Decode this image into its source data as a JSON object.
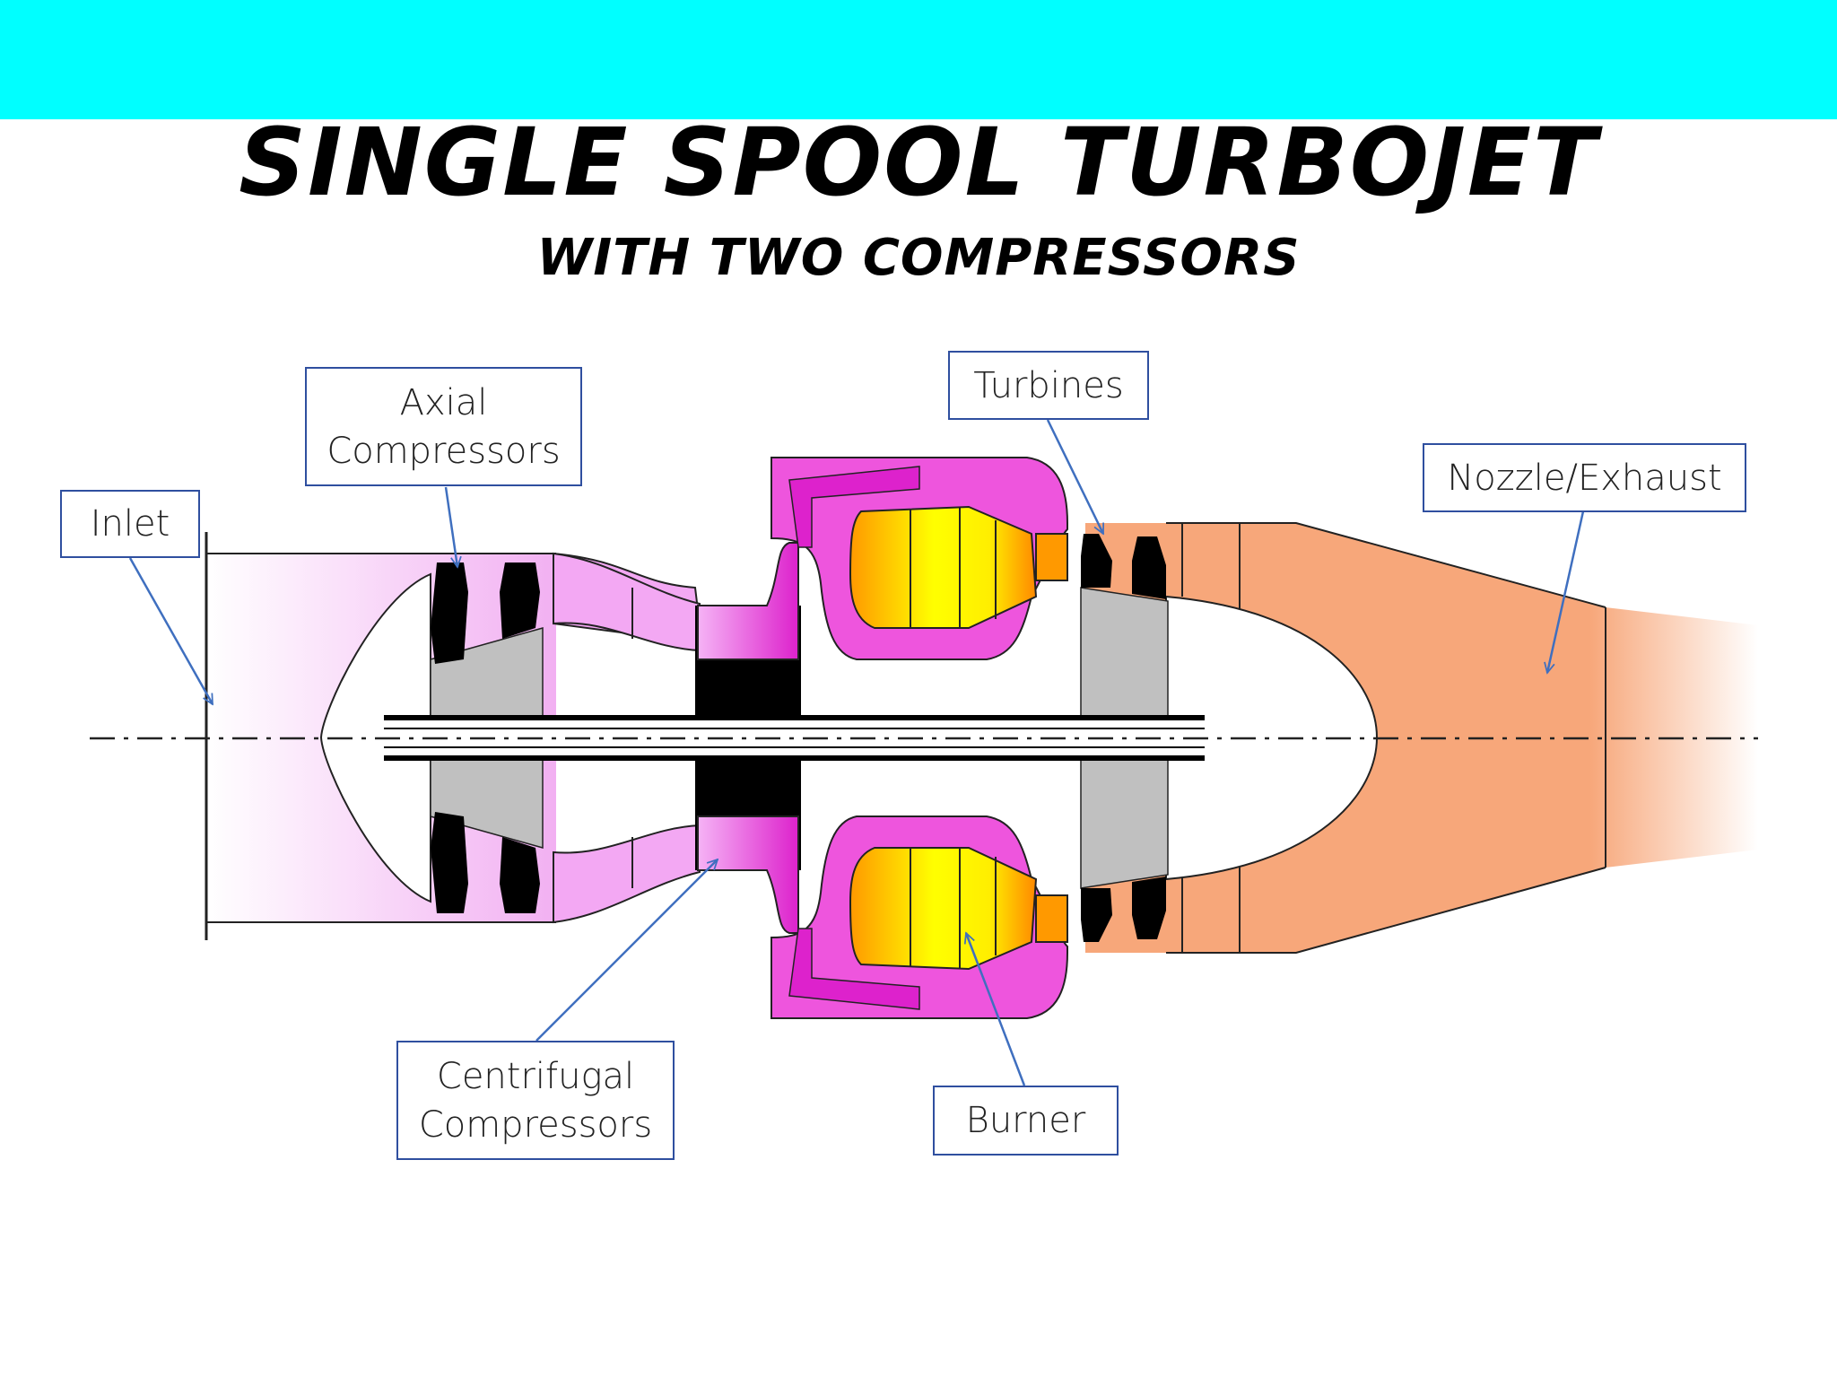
{
  "header": {
    "title": "SINGLE SPOOL TURBOJET",
    "subtitle": "WITH TWO COMPRESSORS",
    "bar_color": "#00ffff"
  },
  "labels": {
    "inlet": "Inlet",
    "axial": "Axial\nCompressors",
    "turbines": "Turbines",
    "nozzle": "Nozzle/Exhaust",
    "centrifugal": "Centrifugal\nCompressors",
    "burner": "Burner"
  },
  "colors": {
    "compressor_section": "#f3a8f3",
    "combustor_casing": "#ee44dd",
    "burner_flame": "#ffee00",
    "exhaust": "#f7a77a",
    "blades": "#000000",
    "hub": "#c0c0c0",
    "arrow": "#3f6fbf"
  }
}
